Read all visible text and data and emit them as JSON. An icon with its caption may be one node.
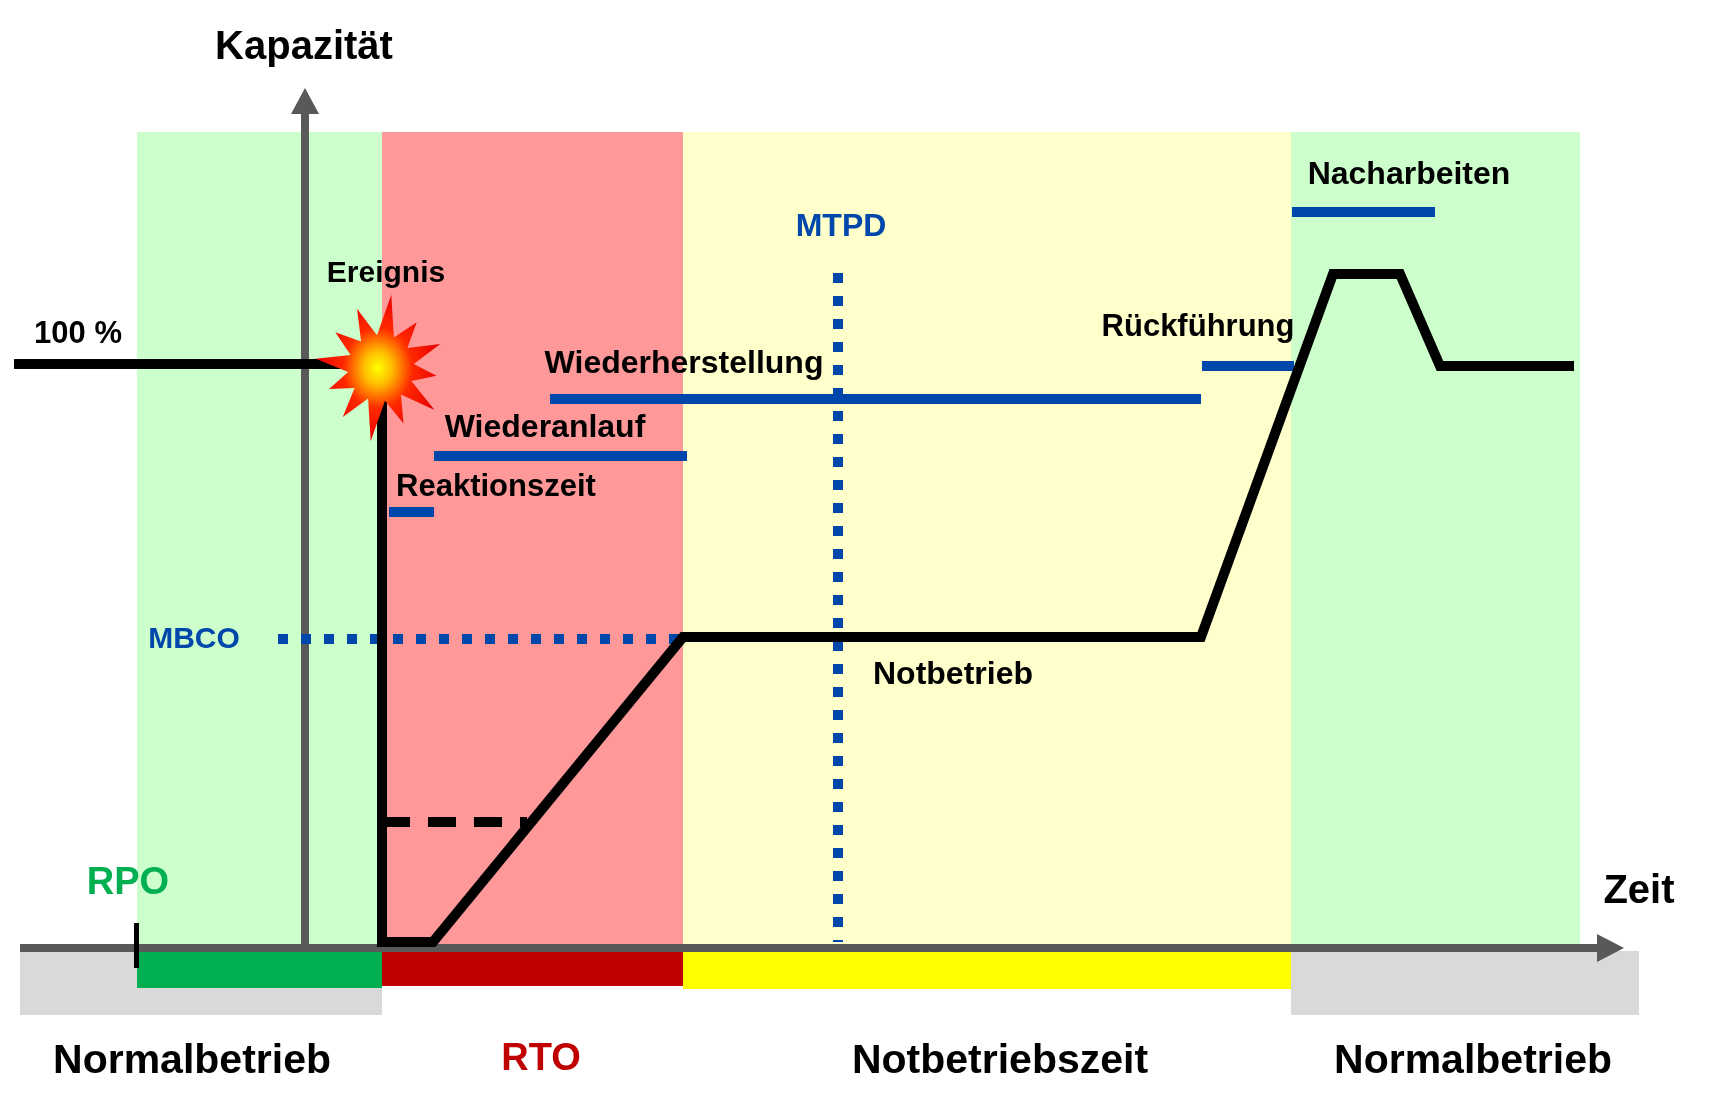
{
  "diagram": {
    "labels": [
      "Kapazität",
      "Nacharbeiten",
      "MTPD",
      "Ereignis",
      "100 %",
      "Rückführung",
      "Wiederherstellung",
      "Wiederanlauf",
      "Reaktionszeit",
      "MBCO",
      "Notbetrieb",
      "RPO",
      "Zeit",
      "Normalbetrieb",
      "RTO",
      "Notbetriebszeit",
      "Normalbetrieb"
    ]
  }
}
